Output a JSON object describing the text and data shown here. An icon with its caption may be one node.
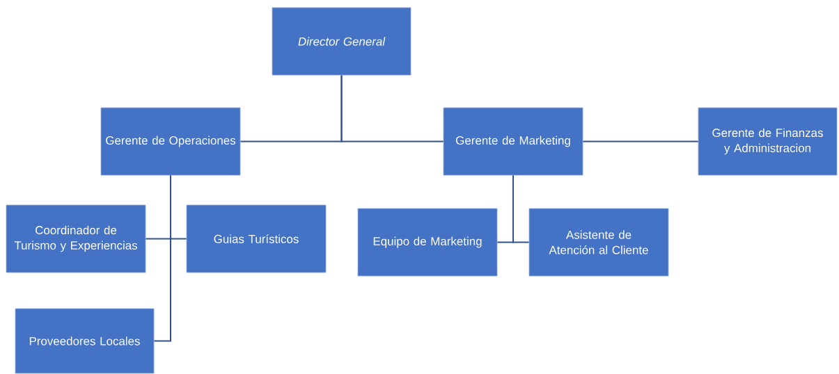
{
  "diagram": {
    "nodes": [
      {
        "text": [
          "Director General"
        ]
      },
      {
        "text": [
          "Gerente de Operaciones"
        ]
      },
      {
        "text": [
          "Gerente de Marketing"
        ]
      },
      {
        "text": [
          "Gerente de Finanzas y Administracion"
        ]
      },
      {
        "text": [
          "Coordinador de Turismo y Experiencias"
        ]
      },
      {
        "text": [
          "Guias Turísticos"
        ]
      },
      {
        "text": [
          "Equipo de Marketing"
        ]
      },
      {
        "text": [
          "Asistente de Atención al Cliente"
        ]
      },
      {
        "text": [
          "Proveedores Locales"
        ]
      }
    ],
    "edges": [
      {
        "from": 0,
        "to": 1,
        "arrow": "none"
      },
      {
        "from": 0,
        "to": 2,
        "arrow": "none"
      },
      {
        "from": 2,
        "to": 3,
        "arrow": "none"
      },
      {
        "from": 1,
        "to": 4,
        "arrow": "none"
      },
      {
        "from": 1,
        "to": 5,
        "arrow": "none"
      },
      {
        "from": 1,
        "to": 8,
        "arrow": "none"
      },
      {
        "from": 2,
        "to": 6,
        "arrow": "none"
      },
      {
        "from": 2,
        "to": 7,
        "arrow": "none"
      }
    ]
  }
}
